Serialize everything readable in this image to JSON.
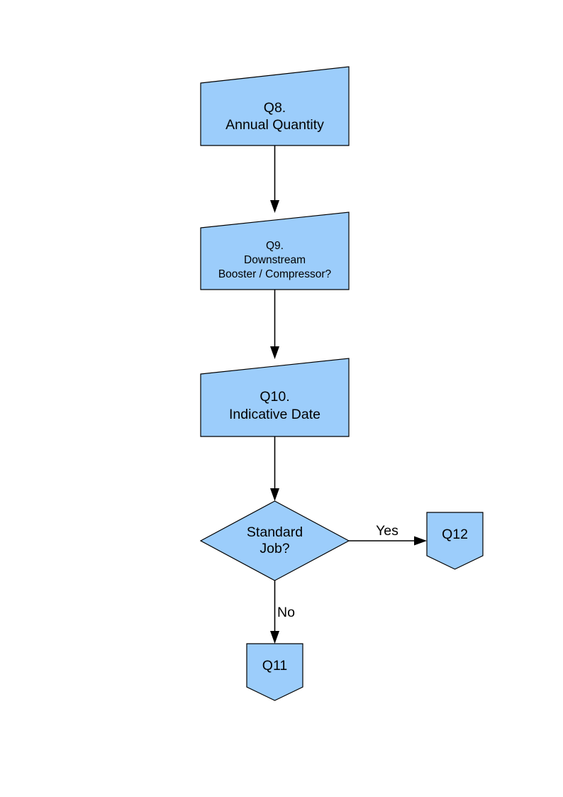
{
  "diagram": {
    "type": "flowchart",
    "title": "",
    "background_color": "#ffffff",
    "node_fill_color": "#9ccdfb",
    "node_stroke_color": "#000000",
    "text_color": "#000000",
    "nodes": [
      {
        "id": "q8",
        "shape": "slanted-rectangle",
        "lines": [
          "Q8.",
          "Annual Quantity"
        ],
        "line1": "Q8.",
        "line2": "Annual Quantity",
        "line3": ""
      },
      {
        "id": "q9",
        "shape": "slanted-rectangle",
        "lines": [
          "Q9.",
          "Downstream",
          "Booster / Compressor?"
        ],
        "line1": "Q9.",
        "line2": "Downstream",
        "line3": "Booster / Compressor?"
      },
      {
        "id": "q10",
        "shape": "slanted-rectangle",
        "lines": [
          "Q10.",
          "Indicative Date"
        ],
        "line1": "Q10.",
        "line2": "Indicative Date",
        "line3": ""
      },
      {
        "id": "decision",
        "shape": "diamond",
        "lines": [
          "Standard",
          "Job?"
        ],
        "line1": "Standard",
        "line2": "Job?",
        "line3": ""
      },
      {
        "id": "q12",
        "shape": "pentagon-down",
        "lines": [
          "Q12"
        ],
        "line1": "Q12",
        "line2": "",
        "line3": ""
      },
      {
        "id": "q11",
        "shape": "pentagon-down",
        "lines": [
          "Q11"
        ],
        "line1": "Q11",
        "line2": "",
        "line3": ""
      }
    ],
    "edges": [
      {
        "id": "e1",
        "from": "q8",
        "to": "q9",
        "label": ""
      },
      {
        "id": "e2",
        "from": "q9",
        "to": "q10",
        "label": ""
      },
      {
        "id": "e3",
        "from": "q10",
        "to": "decision",
        "label": ""
      },
      {
        "id": "e4",
        "from": "decision",
        "to": "q12",
        "label": "Yes"
      },
      {
        "id": "e5",
        "from": "decision",
        "to": "q11",
        "label": "No"
      }
    ],
    "edge_labels": {
      "yes": "Yes",
      "no": "No"
    }
  }
}
